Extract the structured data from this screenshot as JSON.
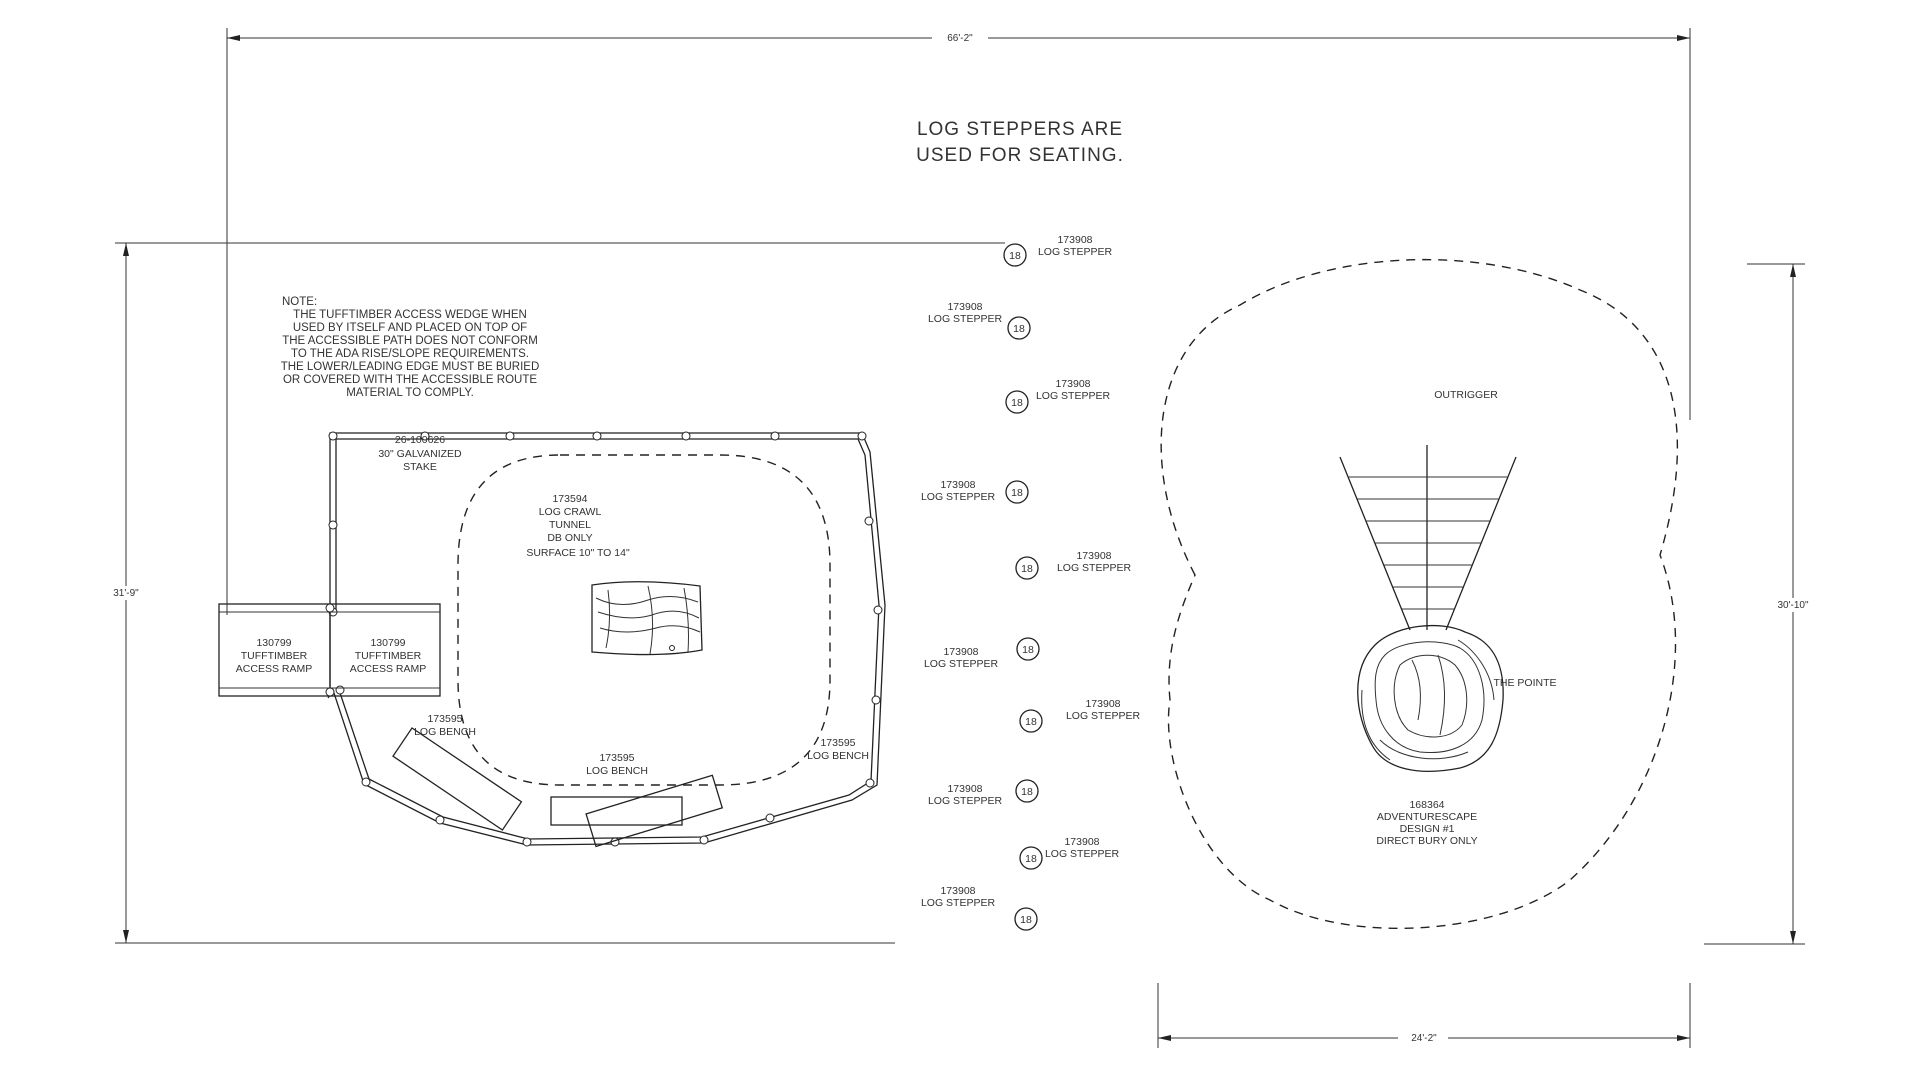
{
  "title_note": {
    "line1": "LOG STEPPERS ARE",
    "line2": "USED FOR SEATING."
  },
  "ada_note": {
    "lines": [
      "NOTE:",
      "THE TUFFTIMBER ACCESS WEDGE WHEN",
      "USED BY ITSELF AND PLACED ON TOP OF",
      "THE ACCESSIBLE PATH DOES NOT CONFORM",
      "TO THE ADA RISE/SLOPE REQUIREMENTS.",
      "THE LOWER/LEADING EDGE MUST BE BURIED",
      "OR COVERED WITH THE ACCESSIBLE ROUTE",
      "MATERIAL TO COMPLY."
    ]
  },
  "dimensions": {
    "overall_width": "66'-2\"",
    "left_height": "31'-9\"",
    "right_height": "30'-10\"",
    "right_width": "24'-2\""
  },
  "left_area": {
    "stake": {
      "line1": "26-100626",
      "line2": "30\" GALVANIZED",
      "line3": "STAKE"
    },
    "tunnel": {
      "line1": "173594",
      "line2": "LOG CRAWL",
      "line3": "TUNNEL",
      "line4": "DB ONLY"
    },
    "surface": "SURFACE 10\" TO 14\"",
    "ramp1": {
      "line1": "130799",
      "line2": "TUFFTIMBER",
      "line3": "ACCESS RAMP"
    },
    "ramp2": {
      "line1": "130799",
      "line2": "TUFFTIMBER",
      "line3": "ACCESS RAMP"
    },
    "bench_left": {
      "line1": "173595",
      "line2": "LOG BENCH"
    },
    "bench_center": {
      "line1": "173595",
      "line2": "LOG BENCH"
    },
    "bench_right": {
      "line1": "173595",
      "line2": "LOG BENCH"
    }
  },
  "steppers": [
    {
      "num": "18",
      "code": "173908",
      "label": "LOG STEPPER"
    },
    {
      "num": "18",
      "code": "173908",
      "label": "LOG STEPPER"
    },
    {
      "num": "18",
      "code": "173908",
      "label": "LOG STEPPER"
    },
    {
      "num": "18",
      "code": "173908",
      "label": "LOG STEPPER"
    },
    {
      "num": "18",
      "code": "173908",
      "label": "LOG STEPPER"
    },
    {
      "num": "18",
      "code": "173908",
      "label": "LOG STEPPER"
    },
    {
      "num": "18",
      "code": "173908",
      "label": "LOG STEPPER"
    },
    {
      "num": "18",
      "code": "173908",
      "label": "LOG STEPPER"
    },
    {
      "num": "18",
      "code": "173908",
      "label": "LOG STEPPER"
    },
    {
      "num": "18",
      "code": "173908",
      "label": "LOG STEPPER"
    }
  ],
  "right_area": {
    "outrigger": "OUTRIGGER",
    "pointe": "THE POINTE",
    "adventurescape": {
      "line1": "168364",
      "line2": "ADVENTURESCAPE",
      "line3": "DESIGN #1",
      "line4": "DIRECT BURY ONLY"
    }
  }
}
